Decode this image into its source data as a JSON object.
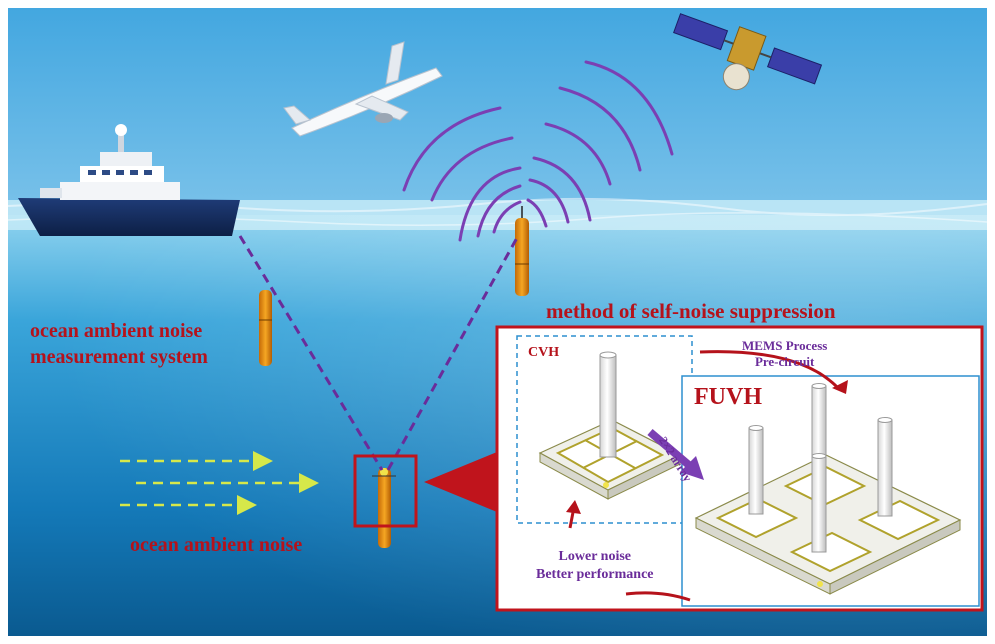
{
  "labels": {
    "system_line1": "ocean ambient noise",
    "system_line2": "measurement system",
    "ambient": "ocean ambient noise",
    "method_title": "method of self-noise suppression",
    "cvh": "CVH",
    "fuvh": "FUVH",
    "mems_line1": "MEMS Process",
    "mems_line2": "Pre-circuit",
    "array": "2×2 array",
    "lower_line1": "Lower noise",
    "lower_line2": "Better performance"
  },
  "colors": {
    "accent_red": "#b5121b",
    "accent_purple": "#6a2c9a",
    "sky_top": "#4fb3e6",
    "sea_deep": "#0a5d92",
    "panel_border": "#c0141c",
    "sub_border": "#2d8fcf",
    "noise_arrow": "#d6e84a"
  },
  "icons": [
    "ship-icon",
    "airplane-icon",
    "satellite-icon",
    "buoy-icon",
    "hydrophone-icon"
  ]
}
